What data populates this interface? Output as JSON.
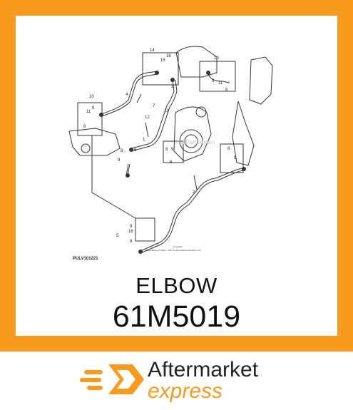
{
  "diagram": {
    "code": "PULV101221",
    "copyright_label": "Copyright",
    "copyright_text": "Page design (c) 2001 - 2017 by ARI Network Services, Inc.",
    "watermark": "ARI PartStream",
    "callouts": [
      "14",
      "15",
      "16",
      "3",
      "10",
      "9",
      "11",
      "8",
      "4",
      "10",
      "11",
      "9",
      "8",
      "7",
      "13",
      "12",
      "1",
      "8",
      "6",
      "9",
      "8",
      "9",
      "6",
      "8",
      "9",
      "2",
      "9",
      "16",
      "5",
      "9"
    ]
  },
  "product": {
    "name": "ELBOW",
    "number": "61M5019"
  },
  "brand": {
    "name": "Aftermarket",
    "tagline": "express",
    "accent_color": "#f79a1e"
  }
}
